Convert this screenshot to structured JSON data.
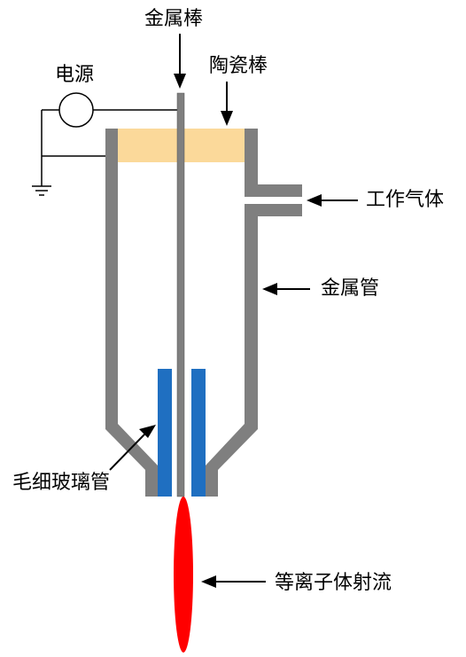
{
  "labels": {
    "metal_rod": "金属棒",
    "power_source": "电源",
    "ceramic_rod": "陶瓷棒",
    "working_gas": "工作气体",
    "metal_tube": "金属管",
    "capillary_glass_tube": "毛细玻璃管",
    "plasma_jet": "等离子体射流"
  },
  "colors": {
    "metal_tube": "#7f7f7f",
    "ceramic_rod": "#fbd99a",
    "capillary_glass_tube": "#1f6fc1",
    "plasma_jet": "#ff0000",
    "wire": "#000000"
  }
}
